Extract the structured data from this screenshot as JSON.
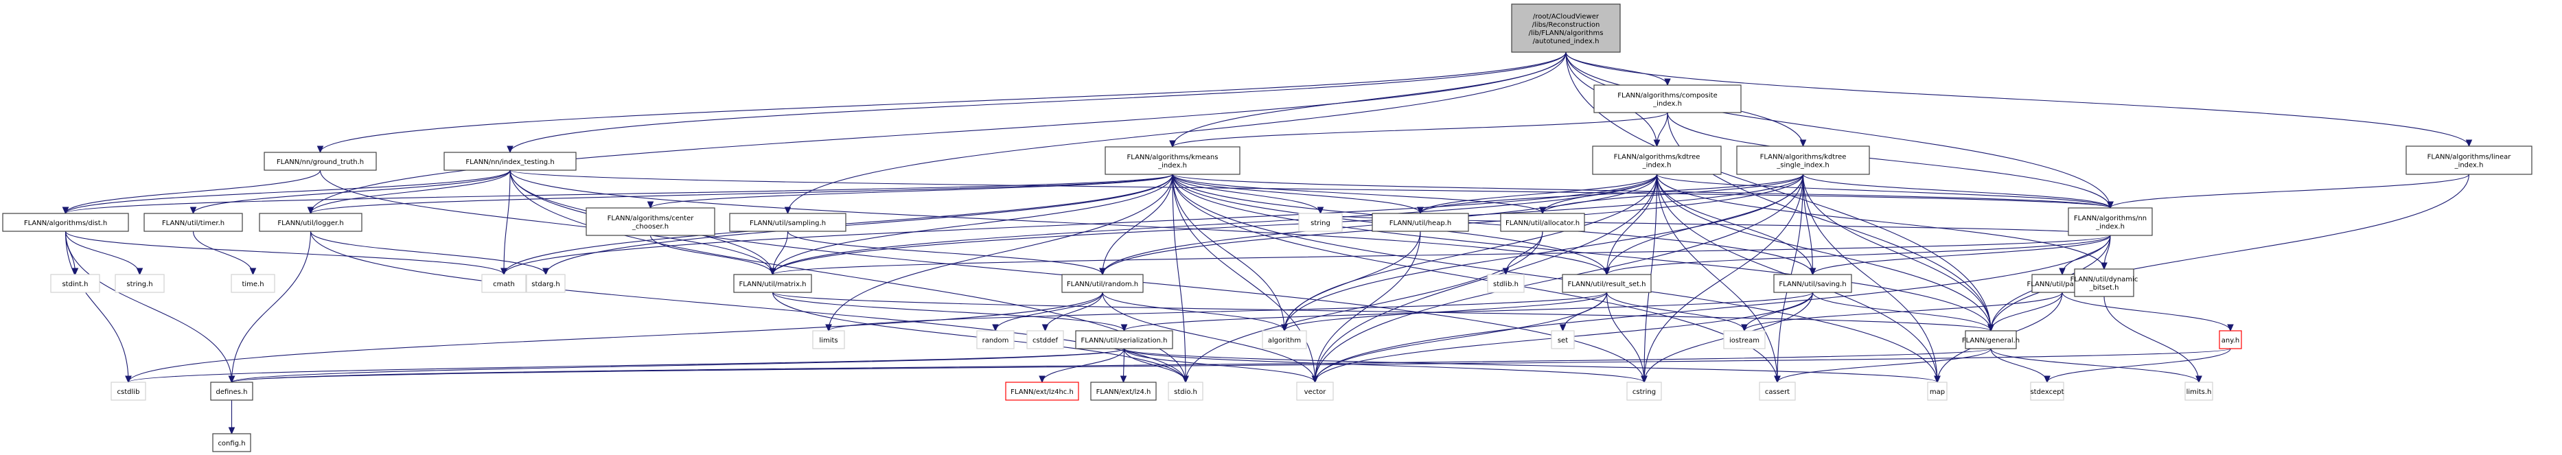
{
  "graph": {
    "title": "Include dependency graph for autotuned_index.h",
    "colors": {
      "edge": "#191970",
      "root_fill": "#bfbfbf",
      "root_border": "#404040",
      "local_border": "#404040",
      "system_border": "#d3d3d3",
      "missing_border": "#ff0000",
      "node_fill": "#ffffff"
    },
    "nodes": [
      {
        "id": "root",
        "kind": "root",
        "lines": [
          "/root/ACloudViewer",
          "/libs/Reconstruction",
          "/lib/FLANN/algorithms",
          "/autotuned_index.h"
        ]
      },
      {
        "id": "composite",
        "kind": "local",
        "lines": [
          "FLANN/algorithms/composite",
          "_index.h"
        ]
      },
      {
        "id": "ground_truth",
        "kind": "local",
        "lines": [
          "FLANN/nn/ground_truth.h"
        ]
      },
      {
        "id": "index_testing",
        "kind": "local",
        "lines": [
          "FLANN/nn/index_testing.h"
        ]
      },
      {
        "id": "kmeans",
        "kind": "local",
        "lines": [
          "FLANN/algorithms/kmeans",
          "_index.h"
        ]
      },
      {
        "id": "kdtree",
        "kind": "local",
        "lines": [
          "FLANN/algorithms/kdtree",
          "_index.h"
        ]
      },
      {
        "id": "kdtree_single",
        "kind": "local",
        "lines": [
          "FLANN/algorithms/kdtree",
          "_single_index.h"
        ]
      },
      {
        "id": "linear",
        "kind": "local",
        "lines": [
          "FLANN/algorithms/linear",
          "_index.h"
        ]
      },
      {
        "id": "dist",
        "kind": "local",
        "lines": [
          "FLANN/algorithms/dist.h"
        ]
      },
      {
        "id": "timer",
        "kind": "local",
        "lines": [
          "FLANN/util/timer.h"
        ]
      },
      {
        "id": "logger",
        "kind": "local",
        "lines": [
          "FLANN/util/logger.h"
        ]
      },
      {
        "id": "center_chooser",
        "kind": "local",
        "lines": [
          "FLANN/algorithms/center",
          "_chooser.h"
        ]
      },
      {
        "id": "sampling",
        "kind": "local",
        "lines": [
          "FLANN/util/sampling.h"
        ]
      },
      {
        "id": "string",
        "kind": "system",
        "lines": [
          "string"
        ]
      },
      {
        "id": "heap",
        "kind": "local",
        "lines": [
          "FLANN/util/heap.h"
        ]
      },
      {
        "id": "allocator",
        "kind": "local",
        "lines": [
          "FLANN/util/allocator.h"
        ]
      },
      {
        "id": "nn_index",
        "kind": "local",
        "lines": [
          "FLANN/algorithms/nn",
          "_index.h"
        ]
      },
      {
        "id": "stdint",
        "kind": "system",
        "lines": [
          "stdint.h"
        ]
      },
      {
        "id": "string_h",
        "kind": "system",
        "lines": [
          "string.h"
        ]
      },
      {
        "id": "time_h",
        "kind": "system",
        "lines": [
          "time.h"
        ]
      },
      {
        "id": "cmath",
        "kind": "system",
        "lines": [
          "cmath"
        ]
      },
      {
        "id": "stdarg",
        "kind": "system",
        "lines": [
          "stdarg.h"
        ]
      },
      {
        "id": "matrix",
        "kind": "local",
        "lines": [
          "FLANN/util/matrix.h"
        ]
      },
      {
        "id": "random_h",
        "kind": "local",
        "lines": [
          "FLANN/util/random.h"
        ]
      },
      {
        "id": "stdlib",
        "kind": "system",
        "lines": [
          "stdlib.h"
        ]
      },
      {
        "id": "result_set",
        "kind": "local",
        "lines": [
          "FLANN/util/result_set.h"
        ]
      },
      {
        "id": "saving",
        "kind": "local",
        "lines": [
          "FLANN/util/saving.h"
        ]
      },
      {
        "id": "params",
        "kind": "local",
        "lines": [
          "FLANN/util/params.h"
        ]
      },
      {
        "id": "dynamic_bitset",
        "kind": "local",
        "lines": [
          "FLANN/util/dynamic",
          "_bitset.h"
        ]
      },
      {
        "id": "limits",
        "kind": "system",
        "lines": [
          "limits"
        ]
      },
      {
        "id": "random",
        "kind": "system",
        "lines": [
          "random"
        ]
      },
      {
        "id": "cstddef",
        "kind": "system",
        "lines": [
          "cstddef"
        ]
      },
      {
        "id": "serialization",
        "kind": "local",
        "lines": [
          "FLANN/util/serialization.h"
        ]
      },
      {
        "id": "algorithm",
        "kind": "system",
        "lines": [
          "algorithm"
        ]
      },
      {
        "id": "set",
        "kind": "system",
        "lines": [
          "set"
        ]
      },
      {
        "id": "iostream",
        "kind": "system",
        "lines": [
          "iostream"
        ]
      },
      {
        "id": "general",
        "kind": "local",
        "lines": [
          "FLANN/general.h"
        ]
      },
      {
        "id": "any",
        "kind": "missing",
        "lines": [
          "any.h"
        ]
      },
      {
        "id": "cstdlib",
        "kind": "system",
        "lines": [
          "cstdlib"
        ]
      },
      {
        "id": "defines",
        "kind": "local",
        "lines": [
          "defines.h"
        ]
      },
      {
        "id": "lz4hc",
        "kind": "missing",
        "lines": [
          "FLANN/ext/lz4hc.h"
        ]
      },
      {
        "id": "lz4",
        "kind": "local",
        "lines": [
          "FLANN/ext/lz4.h"
        ]
      },
      {
        "id": "stdio",
        "kind": "system",
        "lines": [
          "stdio.h"
        ]
      },
      {
        "id": "vector",
        "kind": "system",
        "lines": [
          "vector"
        ]
      },
      {
        "id": "cstring",
        "kind": "system",
        "lines": [
          "cstring"
        ]
      },
      {
        "id": "cassert",
        "kind": "system",
        "lines": [
          "cassert"
        ]
      },
      {
        "id": "map",
        "kind": "system",
        "lines": [
          "map"
        ]
      },
      {
        "id": "stdexcept",
        "kind": "system",
        "lines": [
          "stdexcept"
        ]
      },
      {
        "id": "limits_h",
        "kind": "system",
        "lines": [
          "limits.h"
        ]
      },
      {
        "id": "config",
        "kind": "local",
        "lines": [
          "config.h"
        ]
      }
    ],
    "edges": [
      [
        "root",
        "composite"
      ],
      [
        "root",
        "ground_truth"
      ],
      [
        "root",
        "index_testing"
      ],
      [
        "root",
        "kmeans"
      ],
      [
        "root",
        "kdtree"
      ],
      [
        "root",
        "kdtree_single"
      ],
      [
        "root",
        "linear"
      ],
      [
        "root",
        "sampling"
      ],
      [
        "root",
        "logger"
      ],
      [
        "root",
        "nn_index"
      ],
      [
        "root",
        "general"
      ],
      [
        "composite",
        "kdtree"
      ],
      [
        "composite",
        "kmeans"
      ],
      [
        "composite",
        "nn_index"
      ],
      [
        "composite",
        "general"
      ],
      [
        "ground_truth",
        "dist"
      ],
      [
        "ground_truth",
        "matrix"
      ],
      [
        "index_testing",
        "dist"
      ],
      [
        "index_testing",
        "timer"
      ],
      [
        "index_testing",
        "logger"
      ],
      [
        "index_testing",
        "matrix"
      ],
      [
        "index_testing",
        "cmath"
      ],
      [
        "index_testing",
        "result_set"
      ],
      [
        "index_testing",
        "nn_index"
      ],
      [
        "index_testing",
        "stdio"
      ],
      [
        "index_testing",
        "cstring"
      ],
      [
        "kmeans",
        "dist"
      ],
      [
        "kmeans",
        "logger"
      ],
      [
        "kmeans",
        "center_chooser"
      ],
      [
        "kmeans",
        "matrix"
      ],
      [
        "kmeans",
        "heap"
      ],
      [
        "kmeans",
        "allocator"
      ],
      [
        "kmeans",
        "random_h"
      ],
      [
        "kmeans",
        "result_set"
      ],
      [
        "kmeans",
        "saving"
      ],
      [
        "kmeans",
        "nn_index"
      ],
      [
        "kmeans",
        "cmath"
      ],
      [
        "kmeans",
        "stdarg"
      ],
      [
        "kmeans",
        "string"
      ],
      [
        "kmeans",
        "limits"
      ],
      [
        "kmeans",
        "algorithm"
      ],
      [
        "kmeans",
        "vector"
      ],
      [
        "kmeans",
        "map"
      ],
      [
        "kmeans",
        "cassert"
      ],
      [
        "kmeans",
        "general"
      ],
      [
        "kmeans",
        "stdio"
      ],
      [
        "kdtree",
        "heap"
      ],
      [
        "kdtree",
        "allocator"
      ],
      [
        "kdtree",
        "matrix"
      ],
      [
        "kdtree",
        "random_h"
      ],
      [
        "kdtree",
        "result_set"
      ],
      [
        "kdtree",
        "saving"
      ],
      [
        "kdtree",
        "nn_index"
      ],
      [
        "kdtree",
        "dynamic_bitset"
      ],
      [
        "kdtree",
        "general"
      ],
      [
        "kdtree",
        "cmath"
      ],
      [
        "kdtree",
        "algorithm"
      ],
      [
        "kdtree",
        "map"
      ],
      [
        "kdtree",
        "cassert"
      ],
      [
        "kdtree",
        "cstring"
      ],
      [
        "kdtree",
        "vector"
      ],
      [
        "kdtree_single",
        "heap"
      ],
      [
        "kdtree_single",
        "allocator"
      ],
      [
        "kdtree_single",
        "matrix"
      ],
      [
        "kdtree_single",
        "random_h"
      ],
      [
        "kdtree_single",
        "result_set"
      ],
      [
        "kdtree_single",
        "saving"
      ],
      [
        "kdtree_single",
        "nn_index"
      ],
      [
        "kdtree_single",
        "general"
      ],
      [
        "kdtree_single",
        "algorithm"
      ],
      [
        "kdtree_single",
        "map"
      ],
      [
        "kdtree_single",
        "cassert"
      ],
      [
        "kdtree_single",
        "cstring"
      ],
      [
        "kdtree_single",
        "vector"
      ],
      [
        "linear",
        "nn_index"
      ],
      [
        "linear",
        "general"
      ],
      [
        "dist",
        "stdint"
      ],
      [
        "dist",
        "string_h"
      ],
      [
        "dist",
        "cstdlib"
      ],
      [
        "dist",
        "defines"
      ],
      [
        "dist",
        "cmath"
      ],
      [
        "timer",
        "time_h"
      ],
      [
        "logger",
        "defines"
      ],
      [
        "logger",
        "stdarg"
      ],
      [
        "logger",
        "stdio"
      ],
      [
        "center_chooser",
        "matrix"
      ],
      [
        "sampling",
        "matrix"
      ],
      [
        "sampling",
        "random_h"
      ],
      [
        "heap",
        "algorithm"
      ],
      [
        "heap",
        "vector"
      ],
      [
        "allocator",
        "stdlib"
      ],
      [
        "allocator",
        "stdio"
      ],
      [
        "nn_index",
        "general"
      ],
      [
        "nn_index",
        "matrix"
      ],
      [
        "nn_index",
        "params"
      ],
      [
        "nn_index",
        "result_set"
      ],
      [
        "nn_index",
        "dynamic_bitset"
      ],
      [
        "nn_index",
        "saving"
      ],
      [
        "nn_index",
        "string"
      ],
      [
        "nn_index",
        "vector"
      ],
      [
        "matrix",
        "general"
      ],
      [
        "matrix",
        "serialization"
      ],
      [
        "matrix",
        "stdio"
      ],
      [
        "random_h",
        "algorithm"
      ],
      [
        "random_h",
        "random"
      ],
      [
        "random_h",
        "cstddef"
      ],
      [
        "random_h",
        "cstdlib"
      ],
      [
        "random_h",
        "vector"
      ],
      [
        "result_set",
        "algorithm"
      ],
      [
        "result_set",
        "cstring"
      ],
      [
        "result_set",
        "iostream"
      ],
      [
        "result_set",
        "limits"
      ],
      [
        "result_set",
        "set"
      ],
      [
        "result_set",
        "vector"
      ],
      [
        "saving",
        "general"
      ],
      [
        "saving",
        "serialization"
      ],
      [
        "saving",
        "cstring"
      ],
      [
        "saving",
        "vector"
      ],
      [
        "saving",
        "iostream"
      ],
      [
        "params",
        "any"
      ],
      [
        "params",
        "general"
      ],
      [
        "params",
        "iostream"
      ],
      [
        "params",
        "map"
      ],
      [
        "dynamic_bitset",
        "limits_h"
      ],
      [
        "serialization",
        "vector"
      ],
      [
        "serialization",
        "map"
      ],
      [
        "serialization",
        "cstdlib"
      ],
      [
        "serialization",
        "cstring"
      ],
      [
        "serialization",
        "stdio"
      ],
      [
        "serialization",
        "lz4"
      ],
      [
        "serialization",
        "lz4hc"
      ],
      [
        "serialization",
        "defines"
      ],
      [
        "general",
        "defines"
      ],
      [
        "general",
        "stdexcept"
      ],
      [
        "general",
        "cassert"
      ],
      [
        "general",
        "limits_h"
      ],
      [
        "any",
        "defines"
      ],
      [
        "any",
        "stdexcept"
      ],
      [
        "defines",
        "config"
      ]
    ]
  }
}
